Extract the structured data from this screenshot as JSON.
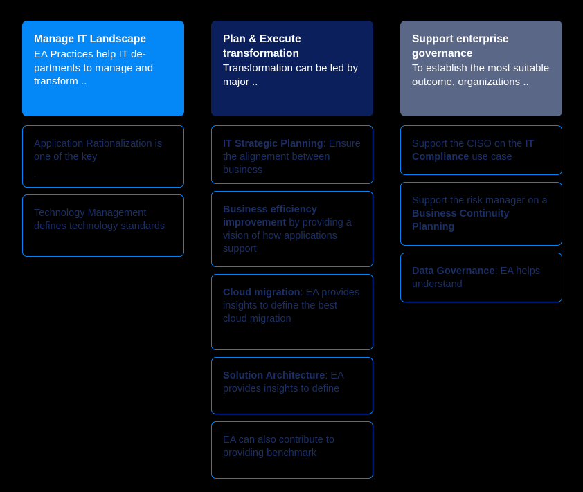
{
  "theme": {
    "background": "#000000",
    "accent_blue": "#0584f7",
    "header_navy": "#0a1f5c",
    "header_slate": "#5a6786",
    "card_text": "#1b2f66",
    "header_text": "#ffffff"
  },
  "columns": [
    {
      "id": "manage-it-landscape",
      "header": {
        "title": "Manage IT Landscape",
        "description": "EA Practices help IT de-partments to manage and transform ..",
        "background": "#0588f7"
      },
      "cards": [
        {
          "bold": "",
          "text": "Application Rationalization is one of the key",
          "height": 90,
          "ghost": "."
        },
        {
          "bold": "",
          "text": "Technology Management defines technology standards",
          "height": 90
        }
      ]
    },
    {
      "id": "plan-execute-transformation",
      "header": {
        "title": "Plan & Execute transformation",
        "description": "Transformation can be led by major ..",
        "background": "#0a1f5c"
      },
      "cards": [
        {
          "bold": "IT Strategic Planning",
          "text": ": Ensure the alignement between business",
          "height": 85
        },
        {
          "bold": "Business efficiency improvement",
          "text": " by providing a vision of how applications support",
          "height": 110
        },
        {
          "bold": "Cloud migration",
          "text": ": EA provides insights to define the best cloud migration",
          "height": 110
        },
        {
          "bold": "Solution Architecture",
          "text": ": EA provides insights to define",
          "height": 83
        },
        {
          "bold": "",
          "text": "EA can also contribute to providing benchmark",
          "height": 83
        }
      ]
    },
    {
      "id": "support-enterprise-governance",
      "header": {
        "title": "Support enterprise governance",
        "description": "To establish the most suitable outcome, organizations ..",
        "background": "#5a6786"
      },
      "cards": [
        {
          "pre": "Support the CISO on the ",
          "bold": "IT Compliance",
          "text": " use case",
          "height": 72
        },
        {
          "pre": "Support the risk manager on a ",
          "bold": "Business Continuity Planning",
          "text": "",
          "height": 92
        },
        {
          "bold": "Data Governance",
          "text": ": EA helps understand",
          "height": 72
        }
      ]
    }
  ]
}
